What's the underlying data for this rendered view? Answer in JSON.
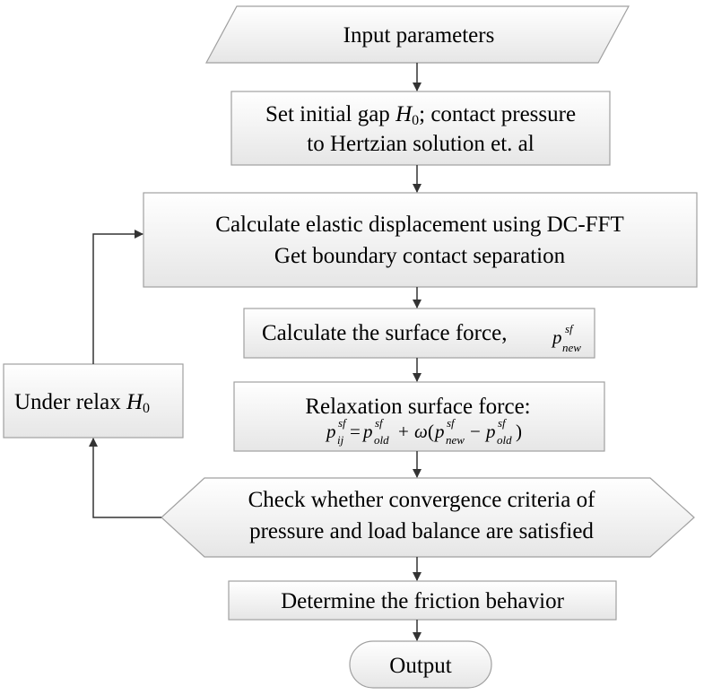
{
  "nodes": {
    "input": {
      "text": "Input parameters"
    },
    "init": {
      "line1_a": "Set initial gap ",
      "line1_var": "H",
      "line1_sub": "0",
      "line1_b": "; contact pressure",
      "line2": "to Hertzian solution et. al"
    },
    "elastic": {
      "line1": "Calculate elastic displacement  using DC-FFT",
      "line2": "Get boundary contact separation"
    },
    "surface_force": {
      "text": "Calculate the surface force,",
      "sym": "p",
      "sup": "sf",
      "sub": "new"
    },
    "relaxation": {
      "line1": "Relaxation surface force:",
      "eq_p": "p",
      "eq_sf": "sf",
      "eq_ij": "ij",
      "eq_eq": "=",
      "eq_old": "old",
      "eq_plus": "+",
      "eq_omega": "ω",
      "eq_lparen": "(",
      "eq_new": "new",
      "eq_minus": "−",
      "eq_rparen": ")"
    },
    "check": {
      "line1": "Check whether convergence criteria of",
      "line2": "pressure and load balance are satisfied"
    },
    "under_relax": {
      "text": "Under relax ",
      "var": "H",
      "sub": "0"
    },
    "friction": {
      "text": "Determine the friction behavior"
    },
    "output": {
      "text": "Output"
    }
  },
  "colors": {
    "box_fill_top": "#ffffff",
    "box_fill_bottom": "#e6e6e6",
    "border": "#a0a0a0",
    "arrow": "#333333",
    "text": "#000000"
  }
}
